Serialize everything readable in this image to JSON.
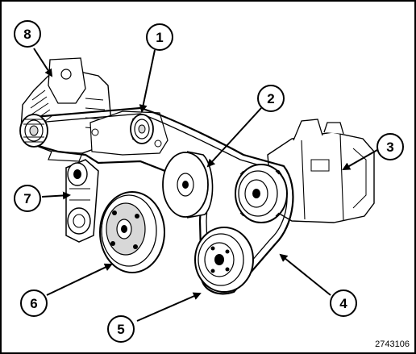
{
  "diagram": {
    "callouts": [
      {
        "id": "1",
        "label": "1"
      },
      {
        "id": "2",
        "label": "2"
      },
      {
        "id": "3",
        "label": "3"
      },
      {
        "id": "4",
        "label": "4"
      },
      {
        "id": "5",
        "label": "5"
      },
      {
        "id": "6",
        "label": "6"
      },
      {
        "id": "7",
        "label": "7"
      },
      {
        "id": "8",
        "label": "8"
      }
    ],
    "figure_code": "2743106"
  },
  "colors": {
    "ink": "#000000",
    "component_fill": "#ffffff",
    "shade": "#d8d8d8",
    "background": "#ffffff"
  }
}
